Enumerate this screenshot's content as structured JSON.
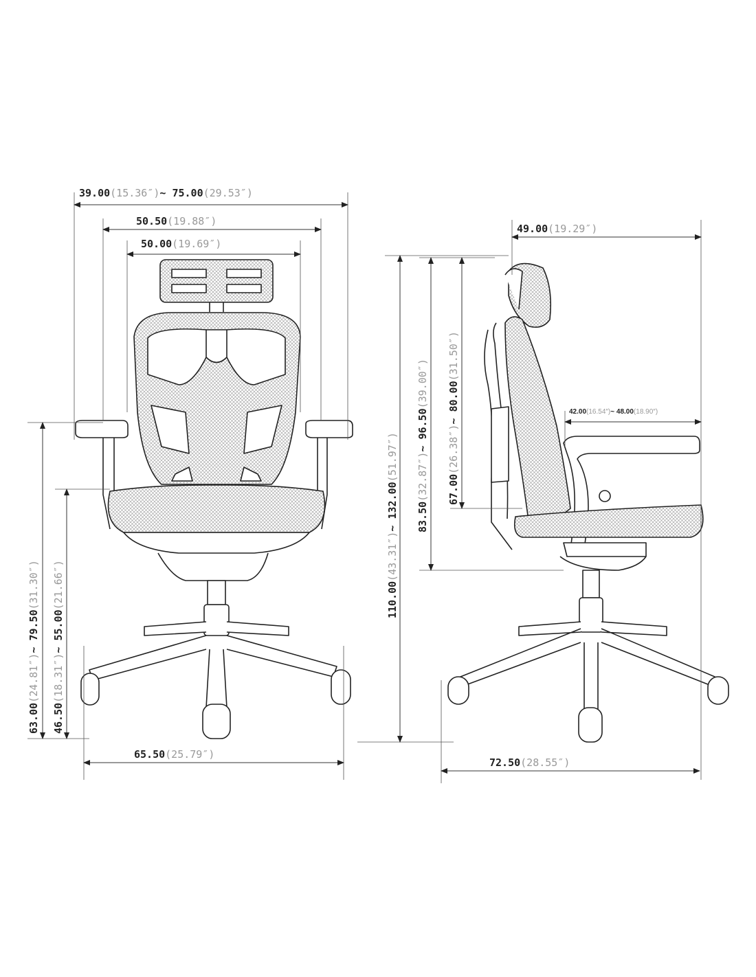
{
  "title": "Office chair dimension diagram",
  "front_view": {
    "overall_width": {
      "min_cm": "39.00",
      "min_in": "(15.36″)",
      "sep": "~",
      "max_cm": "75.00",
      "max_in": "(29.53″)"
    },
    "back_width": {
      "cm": "50.50",
      "in": "(19.88″)"
    },
    "seat_width": {
      "cm": "50.00",
      "in": "(19.69″)"
    },
    "armrest_height": {
      "min_cm": "63.00",
      "min_in": "(24.81″)",
      "sep": "~",
      "max_cm": "79.50",
      "max_in": "(31.30″)"
    },
    "seat_height": {
      "min_cm": "46.50",
      "min_in": "(18.31″)",
      "sep": "~",
      "max_cm": "55.00",
      "max_in": "(21.66″)"
    },
    "base_width": {
      "cm": "65.50",
      "in": "(25.79″)"
    }
  },
  "side_view": {
    "depth": {
      "cm": "49.00",
      "in": "(19.29″)"
    },
    "seat_depth": {
      "min_cm": "42.00",
      "min_in": "(16.54″)",
      "sep": "~",
      "max_cm": "48.00",
      "max_in": "(18.90″)"
    },
    "overall_height": {
      "min_cm": "110.00",
      "min_in": "(43.31″)",
      "sep": "~",
      "max_cm": "132.00",
      "max_in": "(51.97″)"
    },
    "back_height": {
      "min_cm": "83.50",
      "min_in": "(32.87″)",
      "sep": "~",
      "max_cm": "96.50",
      "max_in": "(39.00″)"
    },
    "backrest_height": {
      "min_cm": "67.00",
      "min_in": "(26.38″)",
      "sep": "~",
      "max_cm": "80.00",
      "max_in": "(31.50″)"
    },
    "base_depth": {
      "cm": "72.50",
      "in": "(28.55″)"
    }
  }
}
